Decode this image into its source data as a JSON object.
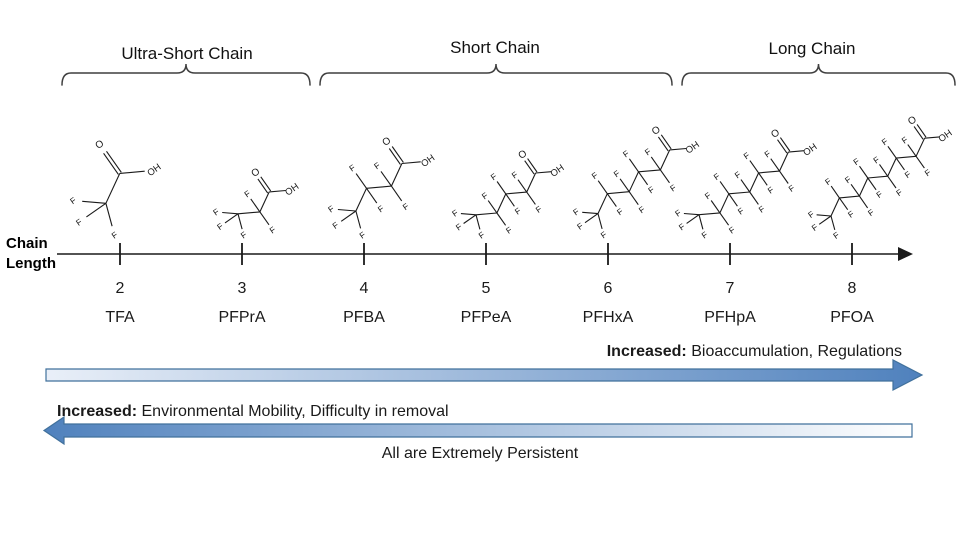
{
  "groups": [
    {
      "label": "Ultra-Short Chain"
    },
    {
      "label": "Short Chain"
    },
    {
      "label": "Long Chain"
    }
  ],
  "axis_label": "Chain Length",
  "molecules": [
    {
      "name": "TFA",
      "chain_length": "2"
    },
    {
      "name": "PFPrA",
      "chain_length": "3"
    },
    {
      "name": "PFBA",
      "chain_length": "4"
    },
    {
      "name": "PFPeA",
      "chain_length": "5"
    },
    {
      "name": "PFHxA",
      "chain_length": "6"
    },
    {
      "name": "PFHpA",
      "chain_length": "7"
    },
    {
      "name": "PFOA",
      "chain_length": "8"
    }
  ],
  "atoms": {
    "fluorine": "F",
    "oxygen": "O",
    "hydroxyl": "OH"
  },
  "annotations": {
    "right_arrow": {
      "bold": "Increased:",
      "text": " Bioaccumulation, Regulations"
    },
    "left_arrow": {
      "bold": "Increased:",
      "text": " Environmental Mobility, Difficulty in removal"
    },
    "note": "All are Extremely Persistent"
  },
  "colors": {
    "arrow_blue": "#4f81bd",
    "arrow_light": "#e9eff8",
    "arrow_white": "#ffffff",
    "arrow_border": "#41719c",
    "ink": "#1a1a1a",
    "brace": "#3f3f3f"
  }
}
